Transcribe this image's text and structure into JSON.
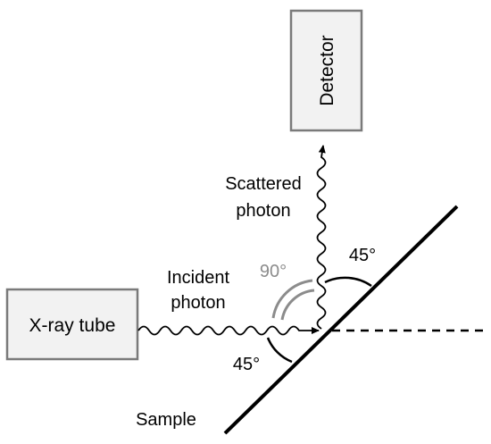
{
  "boxes": {
    "xray_tube": "X-ray tube",
    "detector": "Detector"
  },
  "labels": {
    "incident_line1": "Incident",
    "incident_line2": "photon",
    "scattered_line1": "Scattered",
    "scattered_line2": "photon",
    "angle_90": "90°",
    "angle_45_top": "45°",
    "angle_45_bottom": "45°",
    "sample": "Sample"
  },
  "colors": {
    "box_fill": "#f2f2f2",
    "box_stroke": "#7a7a7a",
    "line": "#000000",
    "angle_90": "#8c8c8c",
    "text": "#000000"
  }
}
